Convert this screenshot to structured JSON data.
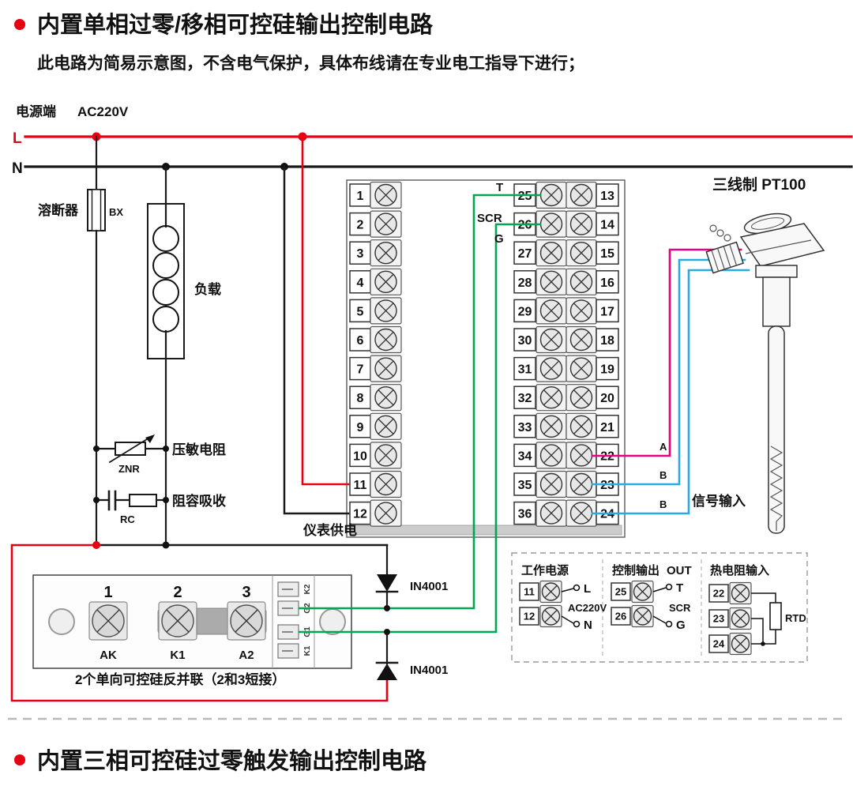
{
  "colors": {
    "red": "#e60012",
    "green": "#00a651",
    "magenta": "#e6007e",
    "cyan": "#29abe2"
  },
  "header": {
    "title": "内置单相过零/移相可控硅输出控制电路",
    "subtitle": "此电路为简易示意图，不含电气保护，具体布线请在专业电工指导下进行；"
  },
  "power": {
    "terminal_label": "电源端",
    "voltage": "AC220V",
    "line_l": "L",
    "line_n": "N"
  },
  "parts": {
    "fuse_label": "溶断器",
    "fuse_code": "BX",
    "load_label": "负载",
    "varistor_label": "压敏电阻",
    "varistor_code": "ZNR",
    "rc_label": "阻容吸收",
    "rc_code": "RC",
    "meter_supply_label": "仪表供电",
    "diode1_label": "IN4001",
    "diode2_label": "IN4001"
  },
  "terminal_block": {
    "left_numbers": [
      "1",
      "2",
      "3",
      "4",
      "5",
      "6",
      "7",
      "8",
      "9",
      "10",
      "11",
      "12"
    ],
    "mid_numbers": [
      "25",
      "26",
      "27",
      "28",
      "29",
      "30",
      "31",
      "32",
      "33",
      "34",
      "35",
      "36"
    ],
    "right_numbers": [
      "13",
      "14",
      "15",
      "16",
      "17",
      "18",
      "19",
      "20",
      "21",
      "22",
      "23",
      "24"
    ],
    "out_t": "T",
    "out_scr": "SCR",
    "out_g": "G",
    "signal_labels": [
      "A",
      "B",
      "B"
    ]
  },
  "sensor": {
    "title": "三线制 PT100",
    "signal_input_label": "信号输入"
  },
  "scr_module": {
    "numbers": [
      "1",
      "2",
      "3"
    ],
    "names": [
      "AK",
      "K1",
      "A2"
    ],
    "small_terminals": [
      "K2",
      "G2",
      "G1",
      "K1"
    ],
    "caption": "2个单向可控硅反并联（2和3短接）"
  },
  "legend": {
    "power": {
      "title": "工作电源",
      "terminals": [
        "11",
        "12"
      ],
      "l": "L",
      "voltage": "AC220V",
      "n": "N"
    },
    "output": {
      "title": "控制输出",
      "out": "OUT",
      "terminals": [
        "25",
        "26"
      ],
      "t": "T",
      "scr": "SCR",
      "g": "G"
    },
    "rtd": {
      "title": "热电阻输入",
      "terminals": [
        "22",
        "23",
        "24"
      ],
      "code": "RTD"
    }
  },
  "footer": {
    "title": "内置三相可控硅过零触发输出控制电路"
  }
}
